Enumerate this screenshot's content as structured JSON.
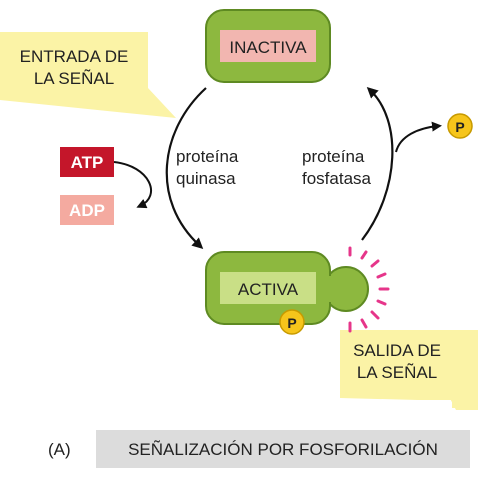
{
  "inactive_label": "INACTIVA",
  "active_label": "ACTIVA",
  "signal_in": {
    "line1": "ENTRADA DE",
    "line2": "LA SEÑAL"
  },
  "signal_out": {
    "line1": "SALIDA DE",
    "line2": "LA SEÑAL"
  },
  "atp_label": "ATP",
  "adp_label": "ADP",
  "kinase": {
    "line1": "proteína",
    "line2": "quinasa"
  },
  "phosphatase": {
    "line1": "proteína",
    "line2": "fosfatasa"
  },
  "phosphate_symbol": "P",
  "panel_letter": "(A)",
  "caption": "SEÑALIZACIÓN POR FOSFORILACIÓN",
  "colors": {
    "protein_green": "#8db83f",
    "protein_dark": "#5e8a22",
    "inactive_pink": "#f2b6b0",
    "active_green": "#c9df86",
    "signal_yellow": "#fbf3a6",
    "atp_red": "#c4162a",
    "adp_pink": "#f4aaa0",
    "phosphate_yellow": "#f6c51b",
    "glow_pink": "#e6358a",
    "caption_gray": "#dcdcdc"
  }
}
